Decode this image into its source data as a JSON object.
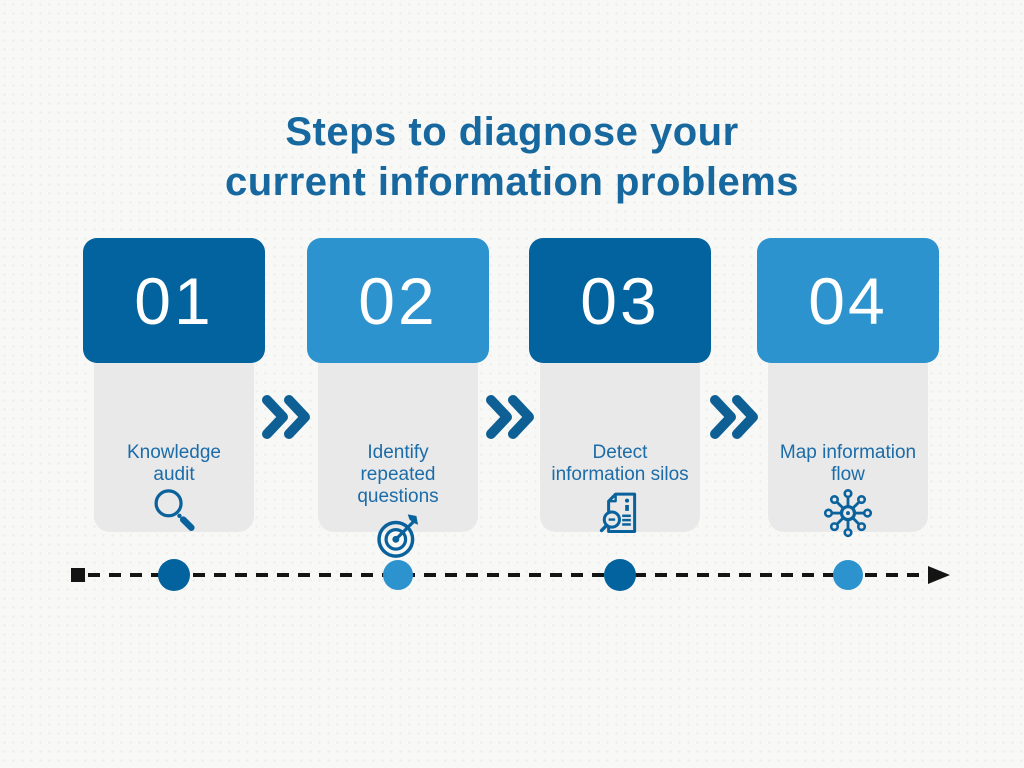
{
  "title": {
    "line1": "Steps to diagnose your",
    "line2": "current information problems"
  },
  "steps": [
    {
      "number": "01",
      "label": "Knowledge audit",
      "icon": "magnifier-icon",
      "accent": "dark"
    },
    {
      "number": "02",
      "label": "Identify repeated questions",
      "icon": "target-icon",
      "accent": "light"
    },
    {
      "number": "03",
      "label": "Detect information silos",
      "icon": "document-search-icon",
      "accent": "dark"
    },
    {
      "number": "04",
      "label": "Map information flow",
      "icon": "network-icon",
      "accent": "light"
    }
  ],
  "timeline": {
    "start_marker": "square",
    "end_marker": "arrow",
    "dot_accents": [
      "dark",
      "light",
      "dark",
      "light"
    ]
  },
  "colors": {
    "dark_blue": "#02639E",
    "light_blue": "#2D93CE",
    "heading_blue": "#17689F",
    "label_blue": "#1B6CA8",
    "icon_blue": "#0A629D",
    "chevron_blue": "#0E6094",
    "card_gray": "#E9E9E9",
    "timeline_black": "#141414",
    "background": "#F8F8F6"
  }
}
